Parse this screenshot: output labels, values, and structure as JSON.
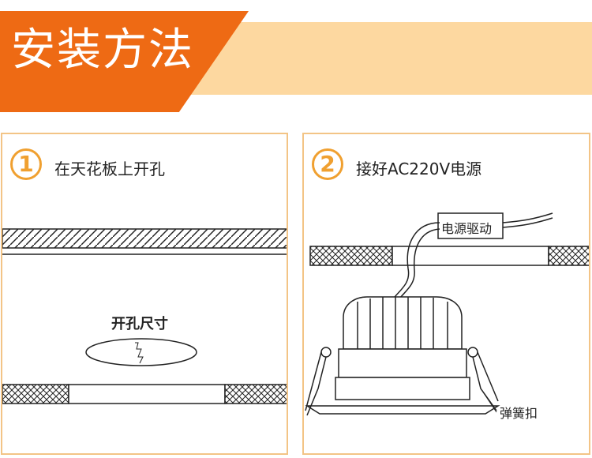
{
  "banner": {
    "title": "安装方法"
  },
  "step1": {
    "number": "1",
    "title": "在天花板上开孔",
    "hole_label": "开孔尺寸"
  },
  "step2": {
    "number": "2",
    "title": "接好AC220V电源",
    "driver_label": "电源驱动",
    "spring_label": "弹簧扣"
  },
  "colors": {
    "accent": "#ee6a14",
    "banner_light": "#fdd8a0",
    "step_circle": "#f0a030",
    "panel_border": "#f3c486"
  }
}
